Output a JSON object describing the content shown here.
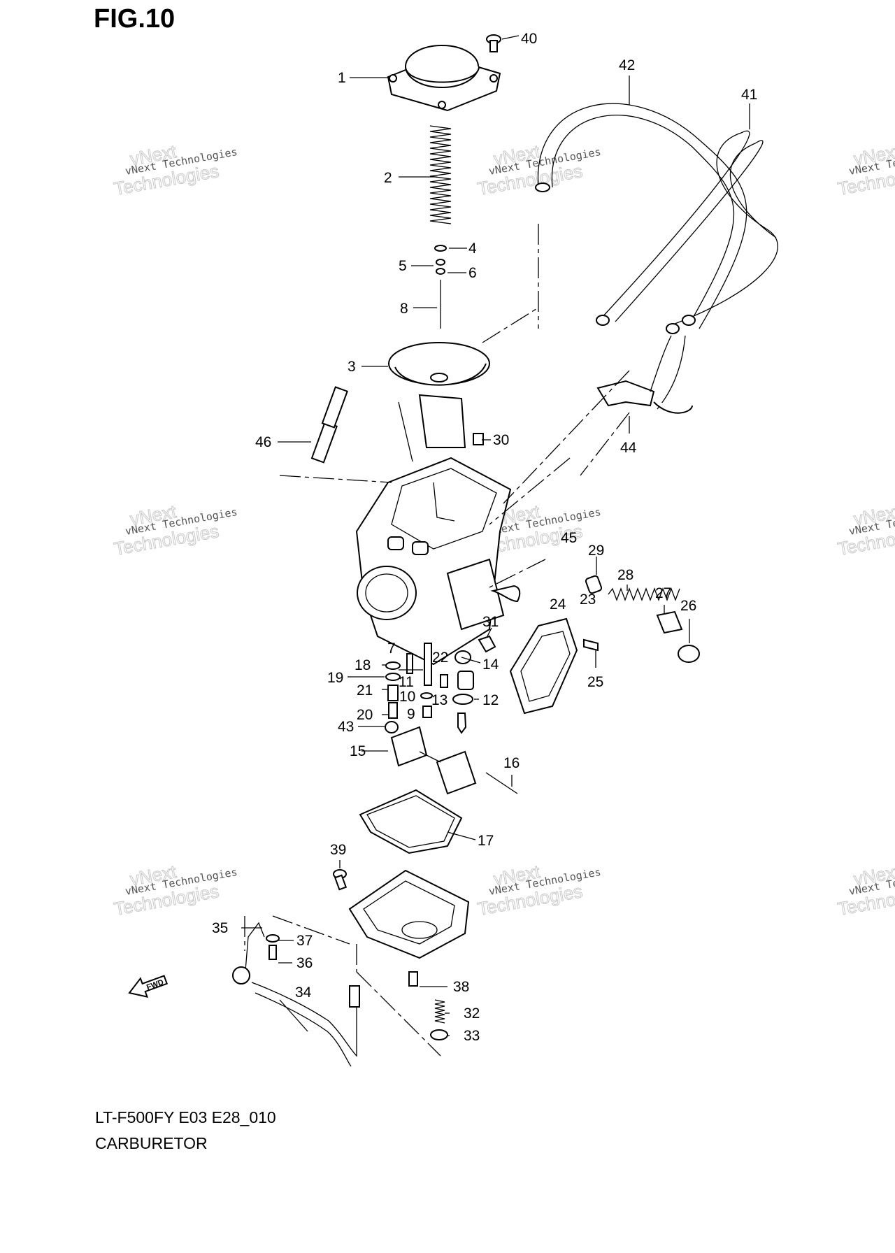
{
  "figure": {
    "title": "FIG.10",
    "model_code": "LT-F500FY E03 E28_010",
    "section": "CARBURETOR"
  },
  "watermark": {
    "line1": "vNext Technologies",
    "line2": "vNext",
    "line3": "Technologies"
  },
  "fwd_label": "FWD",
  "callouts": {
    "c1": "1",
    "c2": "2",
    "c3": "3",
    "c4": "4",
    "c5": "5",
    "c6": "6",
    "c7": "7",
    "c8": "8",
    "c9": "9",
    "c10": "10",
    "c11": "11",
    "c12": "12",
    "c13": "13",
    "c14": "14",
    "c15": "15",
    "c16": "16",
    "c17": "17",
    "c18": "18",
    "c19": "19",
    "c20": "20",
    "c21": "21",
    "c22": "22",
    "c23": "23",
    "c24": "24",
    "c25": "25",
    "c26": "26",
    "c27": "27",
    "c28": "28",
    "c29": "29",
    "c30": "30",
    "c31": "31",
    "c32": "32",
    "c33": "33",
    "c34": "34",
    "c35": "35",
    "c36": "36",
    "c37": "37",
    "c38": "38",
    "c39": "39",
    "c40": "40",
    "c41": "41",
    "c42": "42",
    "c43": "43",
    "c44": "44",
    "c45": "45",
    "c46": "46"
  }
}
